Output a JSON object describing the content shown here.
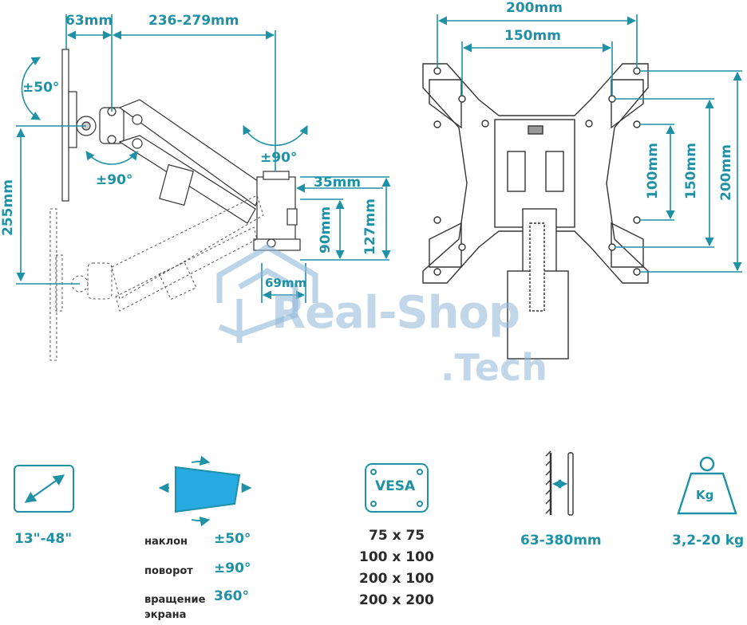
{
  "diagram": {
    "dims": {
      "d63": "63mm",
      "reach": "236-279mm",
      "tilt50": "±50°",
      "rot90a": "±90°",
      "rot90b": "±90°",
      "d35": "35mm",
      "d127": "127mm",
      "d90": "90mm",
      "d69": "69mm",
      "d255": "255mm",
      "d200top": "200mm",
      "d150top": "150mm",
      "d100side": "100mm",
      "d150side": "150mm",
      "d200side": "200mm"
    },
    "watermark": {
      "line1": "Real-Shop",
      "line2": ".Tech"
    }
  },
  "specs": {
    "screen_size": "13\"-48\"",
    "tilt_label": "наклон",
    "tilt_value": "±50°",
    "swivel_label": "поворот",
    "swivel_value": "±90°",
    "rotate_label1": "вращение",
    "rotate_label2": "экрана",
    "rotate_value": "360°",
    "vesa_badge": "VESA",
    "vesa_list": [
      "75 x 75",
      "100 x 100",
      "200 x 100",
      "200 x 200"
    ],
    "distance": "63-380mm",
    "weight_badge": "Kg",
    "weight": "3,2-20 kg"
  },
  "colors": {
    "accent": "#1e91a6",
    "text": "#2a2a2a",
    "screen_fill": "#27a9e1",
    "watermark": "#8fb8d8"
  }
}
